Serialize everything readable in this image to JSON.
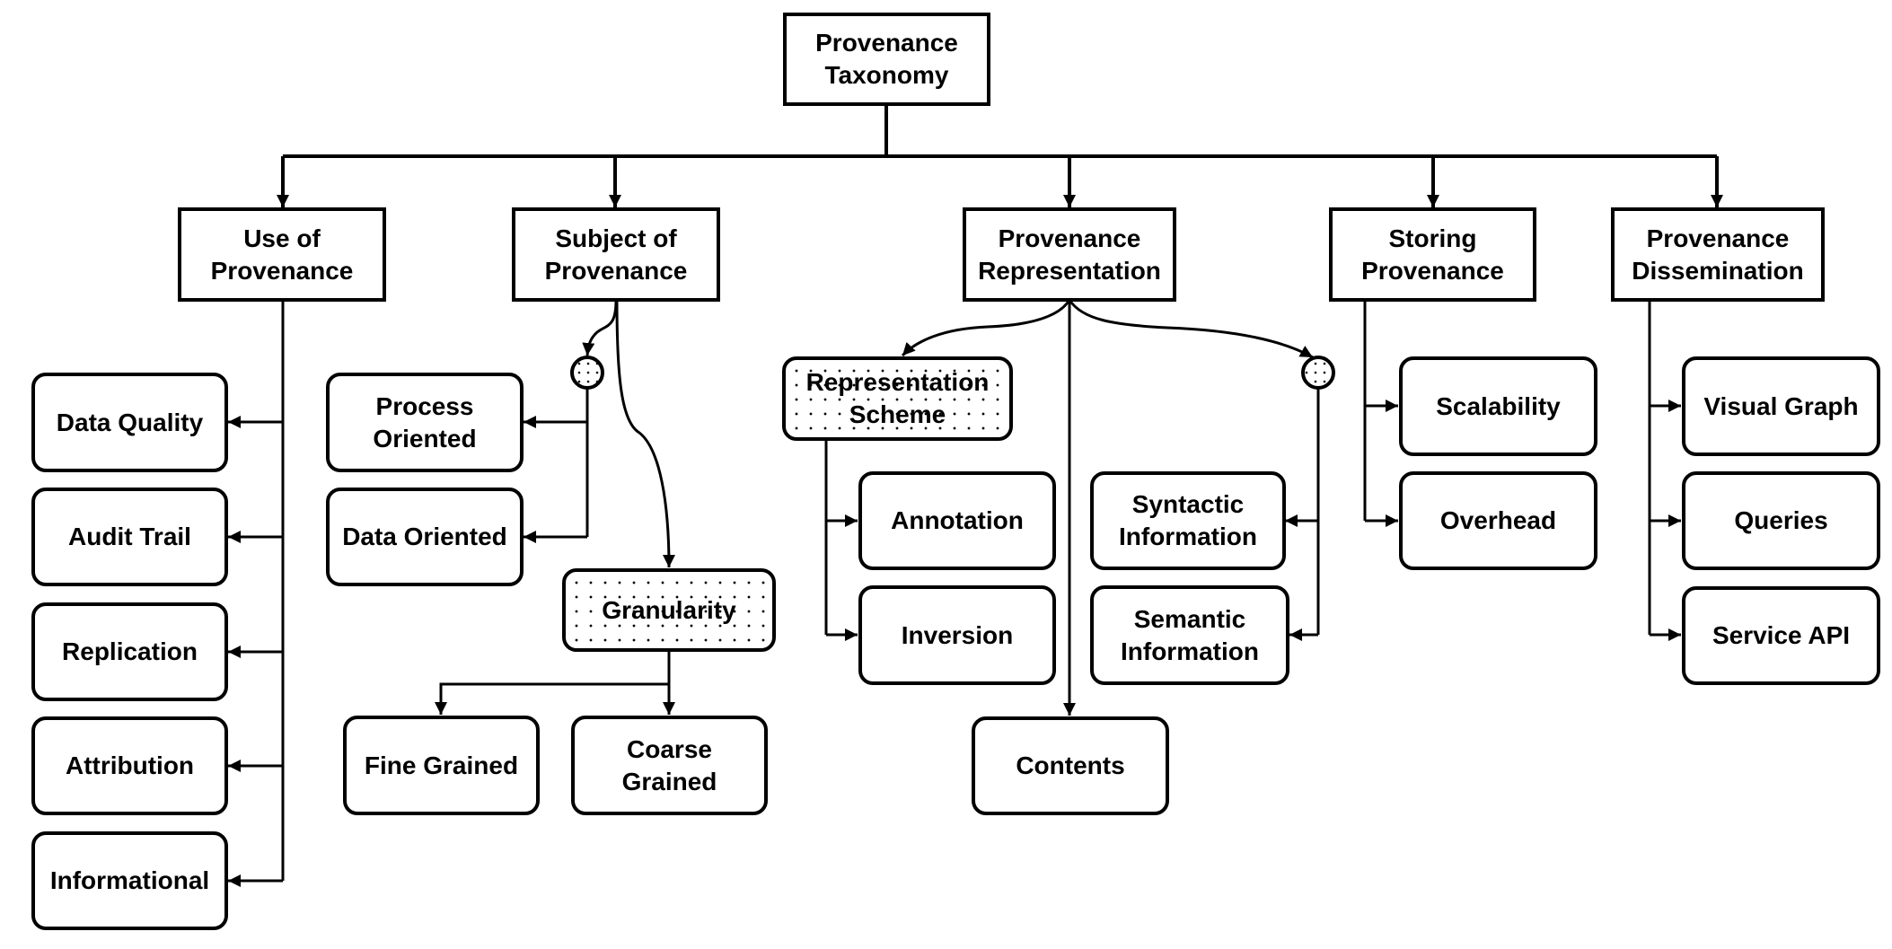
{
  "diagram": {
    "title": "Provenance Taxonomy",
    "root": {
      "line1": "Provenance",
      "line2": "Taxonomy"
    },
    "categories": {
      "use": {
        "line1": "Use of",
        "line2": "Provenance",
        "children": [
          "Data Quality",
          "Audit Trail",
          "Replication",
          "Attribution",
          "Informational"
        ]
      },
      "subject": {
        "line1": "Subject of",
        "line2": "Provenance",
        "children": [
          {
            "line1": "Process",
            "line2": "Oriented"
          },
          {
            "line1": "Data Oriented"
          }
        ],
        "granularity": {
          "label": "Granularity",
          "children": [
            {
              "line1": "Fine Grained"
            },
            {
              "line1": "Coarse",
              "line2": "Grained"
            }
          ]
        }
      },
      "representation": {
        "line1": "Provenance",
        "line2": "Representation",
        "scheme": {
          "line1": "Representation",
          "line2": "Scheme",
          "children": [
            "Annotation",
            "Inversion"
          ]
        },
        "contents": "Contents",
        "information": [
          {
            "line1": "Syntactic",
            "line2": "Information"
          },
          {
            "line1": "Semantic",
            "line2": "Information"
          }
        ]
      },
      "storing": {
        "line1": "Storing",
        "line2": "Provenance",
        "children": [
          "Scalability",
          "Overhead"
        ]
      },
      "dissemination": {
        "line1": "Provenance",
        "line2": "Dissemination",
        "children": [
          "Visual Graph",
          "Queries",
          "Service API"
        ]
      }
    },
    "colors": {
      "stroke": "#000000",
      "background": "#ffffff",
      "pattern_dot": "#000000"
    }
  }
}
